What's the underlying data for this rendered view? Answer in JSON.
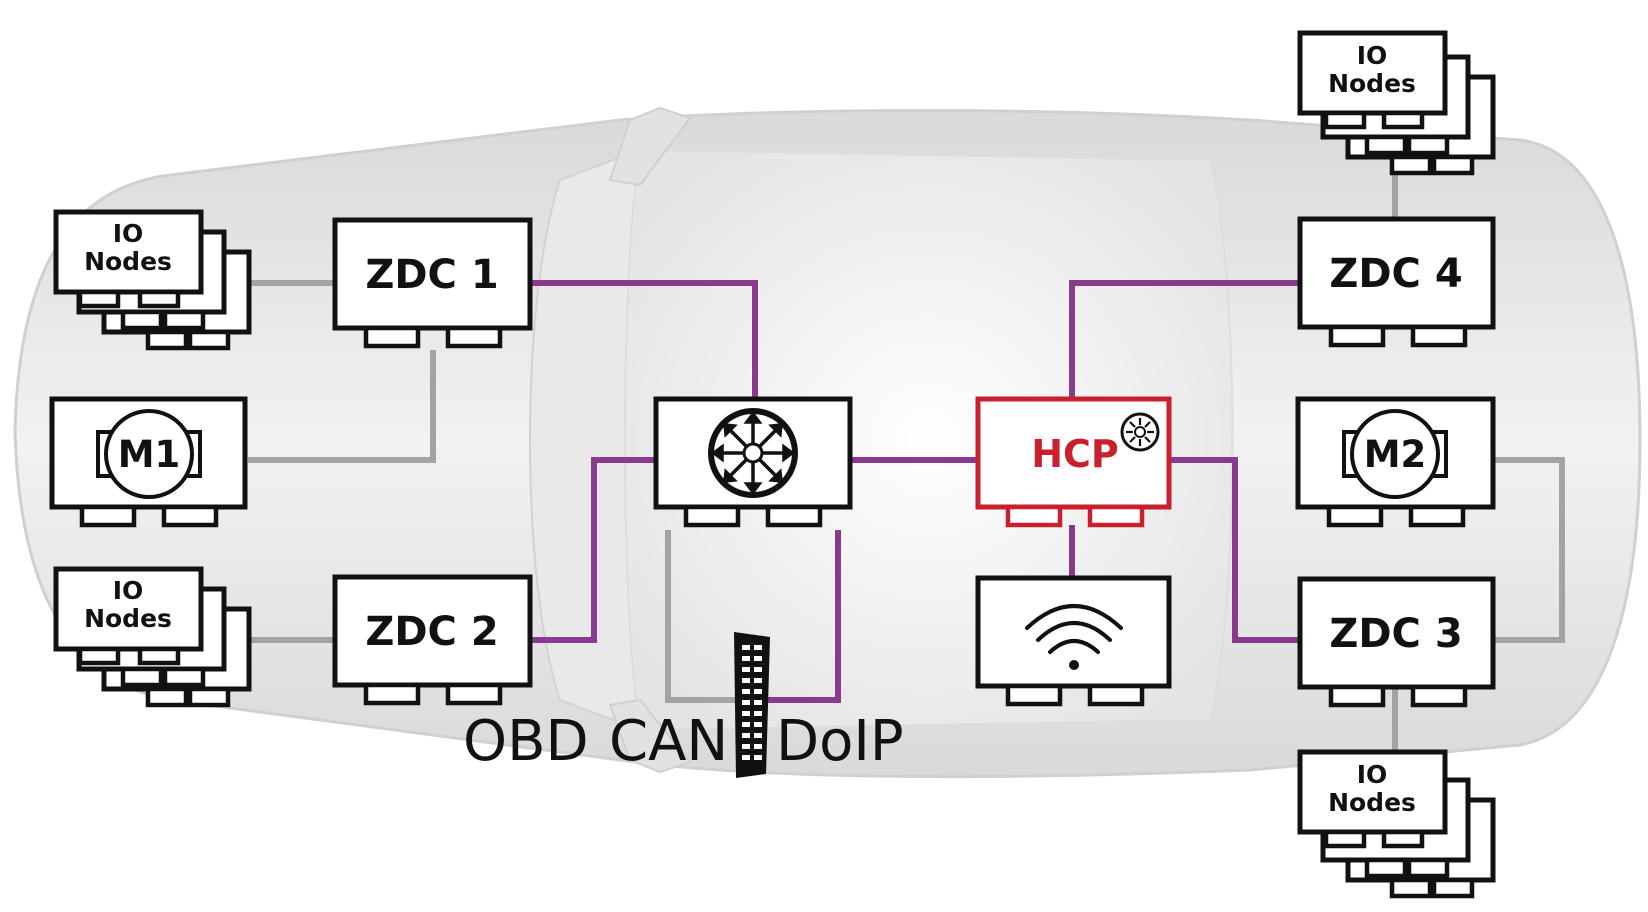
{
  "colors": {
    "ethernet": "#8a3a8c",
    "can": "#a3a3a3",
    "hcp_accent": "#c8202e",
    "outline": "#111111",
    "car_body": "#e6e6e6"
  },
  "zonal": {
    "zdc1": "ZDC 1",
    "zdc2": "ZDC 2",
    "zdc3": "ZDC 3",
    "zdc4": "ZDC 4"
  },
  "motors": {
    "m1": "M1",
    "m2": "M2"
  },
  "hcp": {
    "label": "HCP"
  },
  "io_nodes": {
    "line1": "IO",
    "line2": "Nodes"
  },
  "icons": {
    "switch": "network-switch-icon",
    "wifi": "wifi-icon",
    "connector": "obd-connector-icon",
    "hcp_badge": "sun-gear-icon"
  },
  "diagnostics": {
    "obd": "OBD",
    "can": "CAN",
    "doip": "DoIP"
  }
}
